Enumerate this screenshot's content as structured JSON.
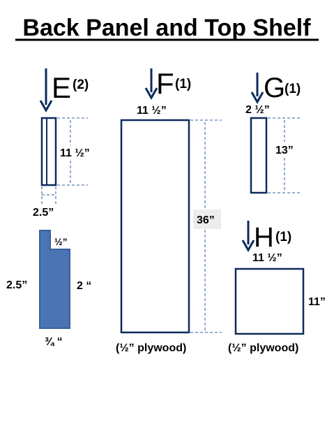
{
  "title": "Back Panel and Top Shelf",
  "colors": {
    "navy": "#0d2a5c",
    "dash": "#5b7fb5",
    "fill_blue": "#4a74b4",
    "stroke_blue": "#3a5f99"
  },
  "parts": {
    "E": {
      "letter": "E",
      "qty": "(2)",
      "height_label": "11 ½”",
      "width_label": "2.5”"
    },
    "F": {
      "letter": "F",
      "qty": "(1)",
      "width_label": "11 ½”",
      "height_label": "36”",
      "material": "(½” plywood)"
    },
    "G": {
      "letter": "G",
      "qty": "(1)",
      "width_label": "2 ½”",
      "height_label": "13”"
    },
    "H": {
      "letter": "H",
      "qty": "(1)",
      "width_label": "11 ½”",
      "height_label": "11”",
      "material": "(½” plywood)"
    }
  },
  "profile": {
    "notch_label": "½”",
    "left_label": "2.5”",
    "right_label": "2 “",
    "bottom_label": "¾ “"
  }
}
